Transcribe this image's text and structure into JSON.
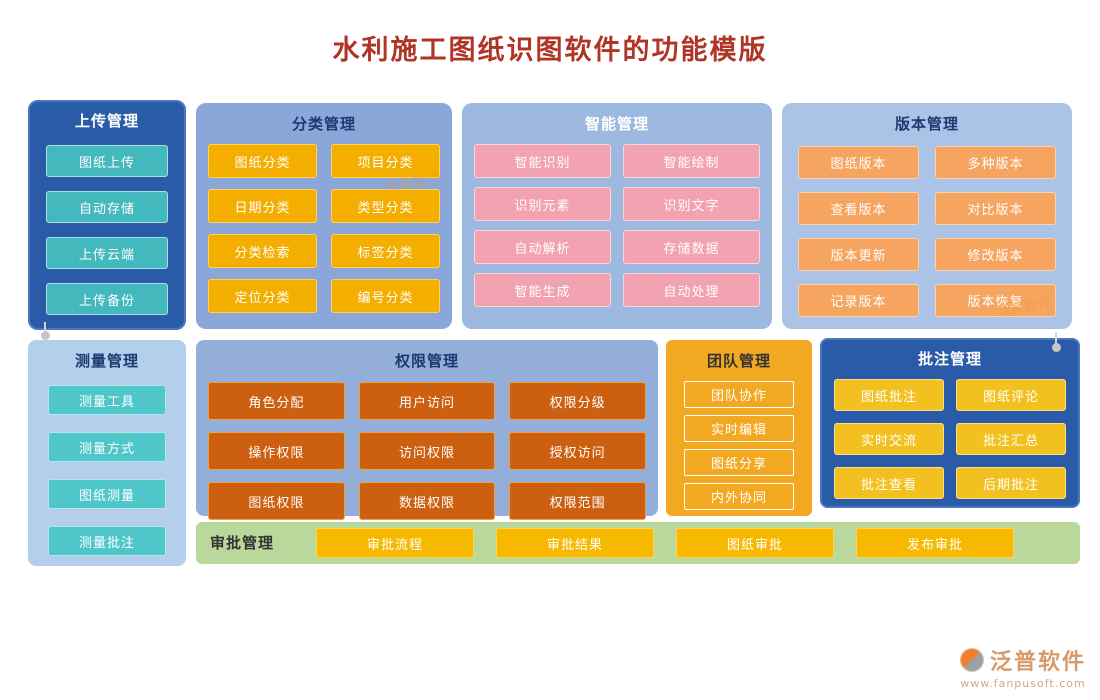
{
  "title": "水利施工图纸识图软件的功能模版",
  "watermark": {
    "text": "泛普软件"
  },
  "panels": {
    "upload": {
      "title": "上传管理",
      "items": [
        "图纸上传",
        "自动存储",
        "上传云端",
        "上传备份"
      ]
    },
    "classify": {
      "title": "分类管理",
      "items": [
        "图纸分类",
        "项目分类",
        "日期分类",
        "类型分类",
        "分类检索",
        "标签分类",
        "定位分类",
        "编号分类"
      ]
    },
    "smart": {
      "title": "智能管理",
      "items": [
        "智能识别",
        "智能绘制",
        "识别元素",
        "识别文字",
        "自动解析",
        "存储数据",
        "智能生成",
        "自动处理"
      ]
    },
    "version": {
      "title": "版本管理",
      "items": [
        "图纸版本",
        "多种版本",
        "查看版本",
        "对比版本",
        "版本更新",
        "修改版本",
        "记录版本",
        "版本恢复"
      ]
    },
    "measure": {
      "title": "测量管理",
      "items": [
        "测量工具",
        "测量方式",
        "图纸测量",
        "测量批注"
      ]
    },
    "permission": {
      "title": "权限管理",
      "items": [
        "角色分配",
        "用户访问",
        "权限分级",
        "操作权限",
        "访问权限",
        "授权访问",
        "图纸权限",
        "数据权限",
        "权限范围"
      ]
    },
    "team": {
      "title": "团队管理",
      "items": [
        "团队协作",
        "实时编辑",
        "图纸分享",
        "内外协同"
      ]
    },
    "annotation": {
      "title": "批注管理",
      "items": [
        "图纸批注",
        "图纸评论",
        "实时交流",
        "批注汇总",
        "批注查看",
        "后期批注"
      ]
    },
    "approval": {
      "title": "审批管理",
      "items": [
        "审批流程",
        "审批结果",
        "图纸审批",
        "发布审批"
      ]
    }
  },
  "footer": {
    "brand": "泛普软件",
    "url": "www.fanpusoft.com"
  },
  "colors": {
    "title_red": "#b03527",
    "dark_blue_panel": "#2a5ba8",
    "teal_button": "#44b9bd",
    "gold_button": "#f3ae00",
    "pink_button": "#f2a2b1",
    "orange_button": "#f5a55f",
    "dark_orange_button": "#cd5f11",
    "amber_panel": "#f2a820",
    "yellow_button": "#f2c120",
    "green_strip": "#bad89c"
  }
}
